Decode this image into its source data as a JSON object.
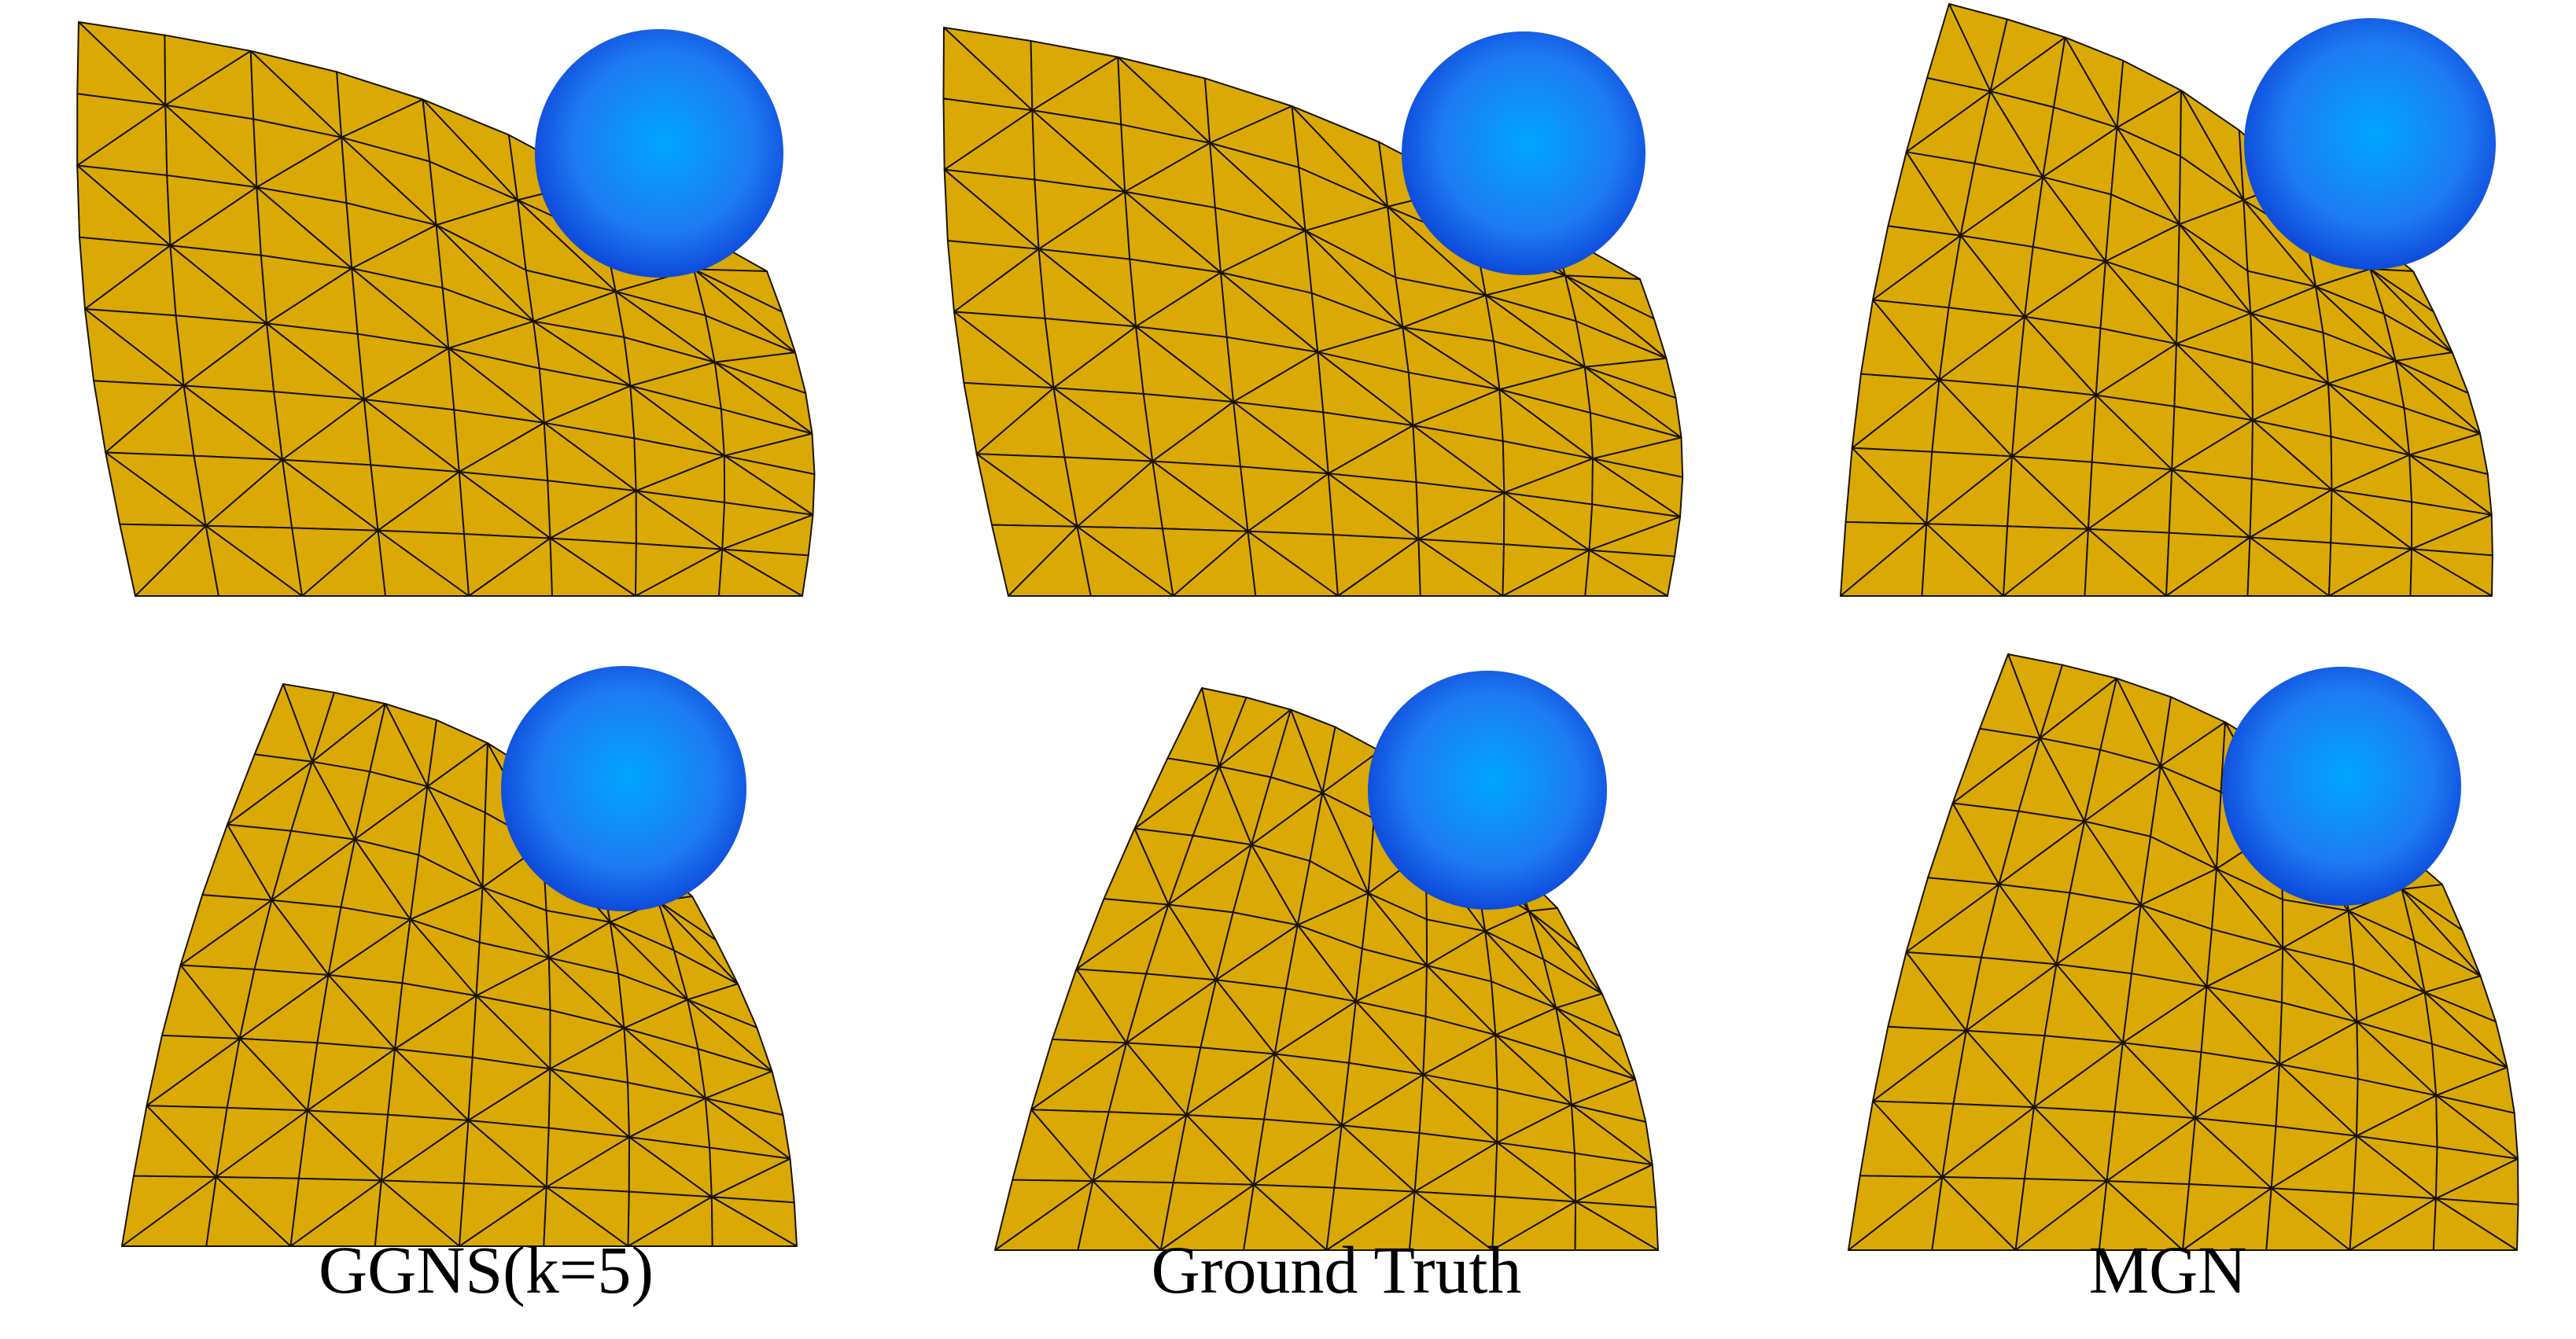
{
  "colors": {
    "mesh_fill": "#DAA905",
    "mesh_edge": "#1a1300",
    "ball_center": "#00A6FF",
    "ball_mid": "#1E7BF2",
    "ball_edge": "#0A3FD6",
    "background": "#FFFFFF"
  },
  "columns": [
    {
      "label": "GGNS(k=5)"
    },
    {
      "label": "Ground Truth"
    },
    {
      "label": "MGN"
    }
  ],
  "rows": [
    {
      "row": "top"
    },
    {
      "row": "bottom"
    }
  ],
  "panel_content": {
    "mesh": "triangulated deformable plate (yellow)",
    "obstacle": "sphere (blue)",
    "grid_cells": [
      8,
      8
    ]
  }
}
